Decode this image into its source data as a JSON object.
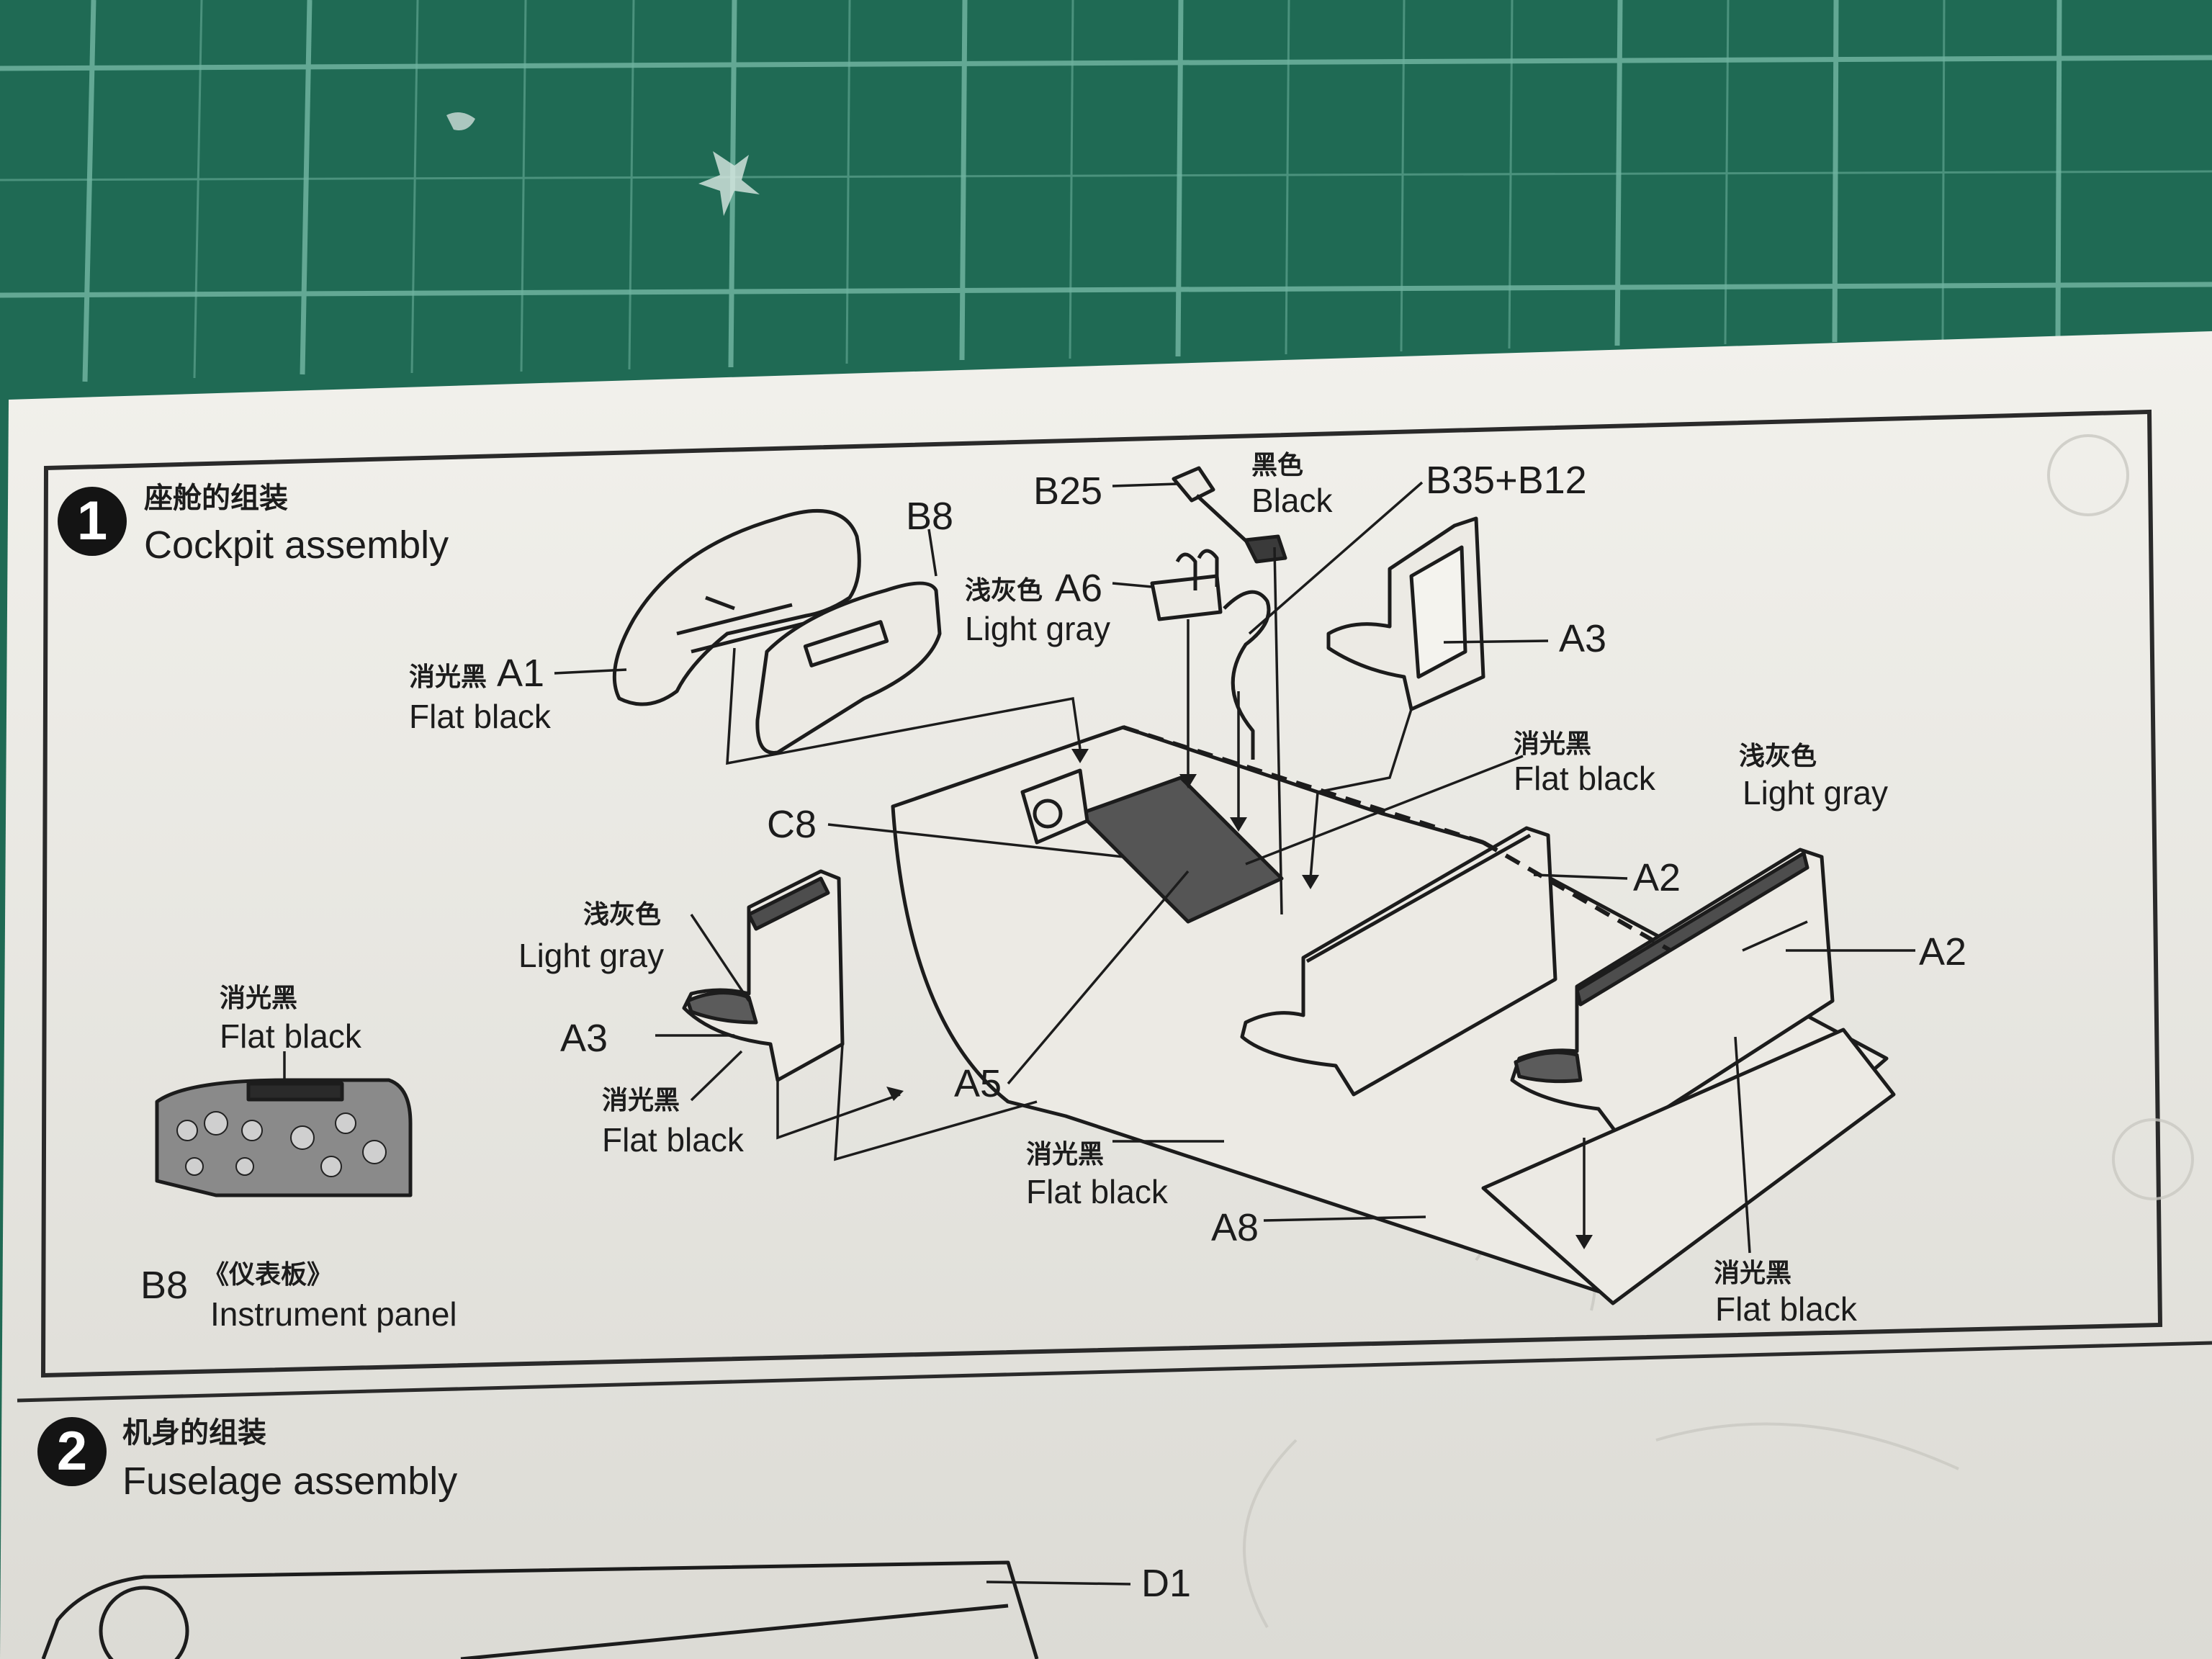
{
  "colors": {
    "mat": "#1f6a54",
    "grid": "#6fb3a0",
    "paper": "#e9e8e3",
    "ink": "#1c1c1c",
    "shade": "#5b5b5b"
  },
  "step1": {
    "number": "1",
    "title_zh": "座舱的组装",
    "title_en": "Cockpit assembly",
    "parts": {
      "b25": "B25",
      "b8": "B8",
      "b35b12": "B35+B12",
      "a1": "A1",
      "a6": "A6",
      "a3_right": "A3",
      "c8": "C8",
      "a2_mid": "A2",
      "a2_right": "A2",
      "a3_left": "A3",
      "a5": "A5",
      "a8": "A8"
    },
    "colors_text": {
      "black_zh": "黑色",
      "black_en": "Black",
      "a6_zh": "浅灰色",
      "a6_en": "Light gray",
      "a1_zh": "消光黑",
      "a1_en": "Flat black",
      "mid_zh": "消光黑",
      "mid_en": "Flat black",
      "right_gray_zh": "浅灰色",
      "right_gray_en": "Light gray",
      "left_gray_zh": "浅灰色",
      "left_gray_en": "Light gray",
      "left_black_zh": "消光黑",
      "left_black_en": "Flat black",
      "floor_zh": "消光黑",
      "floor_en": "Flat black",
      "rear_zh": "消光黑",
      "rear_en": "Flat black",
      "panel_zh": "消光黑",
      "panel_en": "Flat black"
    },
    "inset": {
      "code": "B8",
      "name_zh": "《仪表板》",
      "name_en": "Instrument panel"
    }
  },
  "step2": {
    "number": "2",
    "title_zh": "机身的组装",
    "title_en": "Fuselage assembly",
    "part": "D1"
  }
}
